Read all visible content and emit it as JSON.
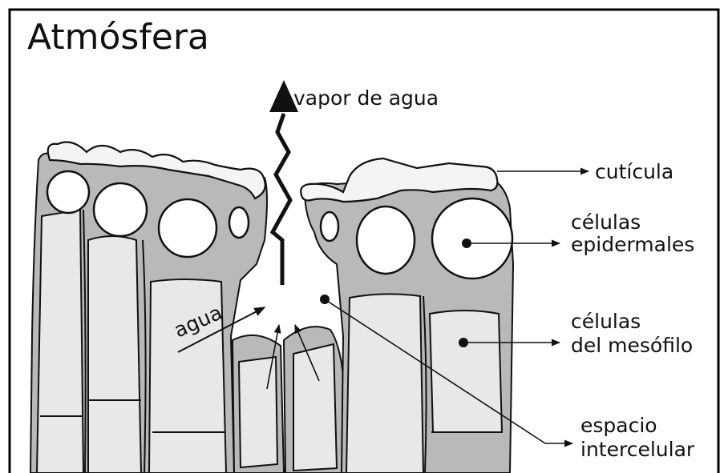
{
  "title": "Atmósfera",
  "labels": {
    "vapor": "vapor de agua",
    "agua": "agua",
    "cuticula": "cutícula",
    "epidermal_line1": "células",
    "epidermal_line2": "epidermales",
    "mesophyll_line1": "células",
    "mesophyll_line2": "del mesófilo",
    "intercellular_line1": "espacio",
    "intercellular_line2": "intercelular"
  },
  "colors": {
    "cell_fill": "#b5b5b5",
    "cell_light": "#e6e6e6",
    "cuticle": "#f4f4f4",
    "ink": "#111111"
  }
}
